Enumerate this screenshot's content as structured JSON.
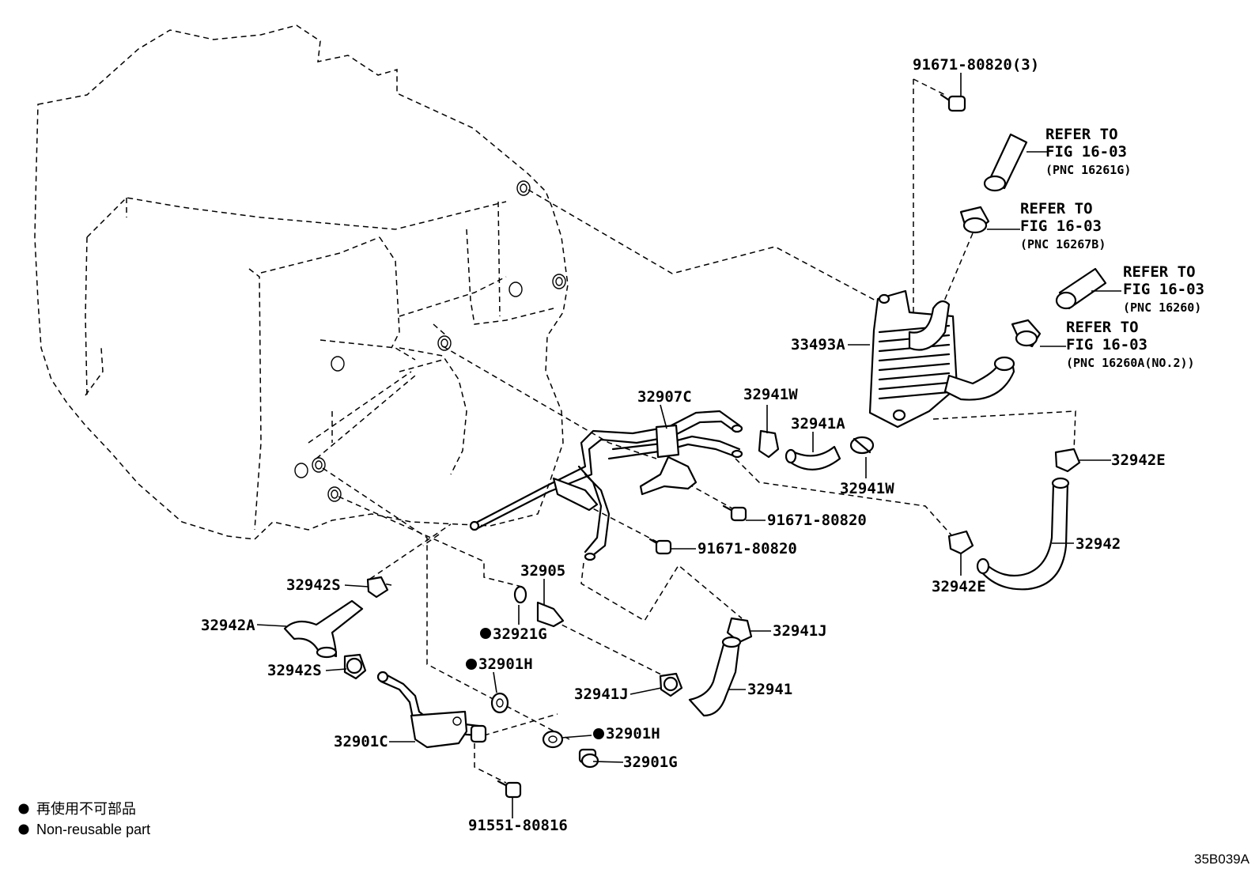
{
  "labels": {
    "bolt_top": "91671-80820(3)",
    "ref1_a": "REFER TO",
    "ref1_b": "FIG 16-03",
    "ref1_c": "(PNC 16261G)",
    "ref2_a": "REFER TO",
    "ref2_b": "FIG 16-03",
    "ref2_c": "(PNC 16267B)",
    "ref3_a": "REFER TO",
    "ref3_b": "FIG 16-03",
    "ref3_c": "(PNC 16260)",
    "ref4_a": "REFER TO",
    "ref4_b": "FIG 16-03",
    "ref4_c": "(PNC 16260A(NO.2))",
    "cooler": "33493A",
    "pipe_c": "32907C",
    "clip_w1": "32941W",
    "hose_a": "32941A",
    "clip_w2": "32941W",
    "clamp_e1": "32942E",
    "hose_32942": "32942",
    "clamp_e2": "32942E",
    "bolt_mid1": "91671-80820",
    "bolt_mid2": "91671-80820",
    "clamp_s1": "32942S",
    "hose_2a": "32942A",
    "clamp_s2": "32942S",
    "union": "32905",
    "gasket_g": "32921G",
    "gasket_h1": "32901H",
    "pipe_1c": "32901C",
    "gasket_h2": "32901H",
    "bolt_g": "32901G",
    "bolt_bottom": "91551-80816",
    "clamp_j1": "32941J",
    "clamp_j2": "32941J",
    "hose_41": "32941"
  },
  "legend": {
    "jp": "再使用不可部品",
    "en": "Non-reusable part"
  },
  "diagram_code": "35B039A"
}
